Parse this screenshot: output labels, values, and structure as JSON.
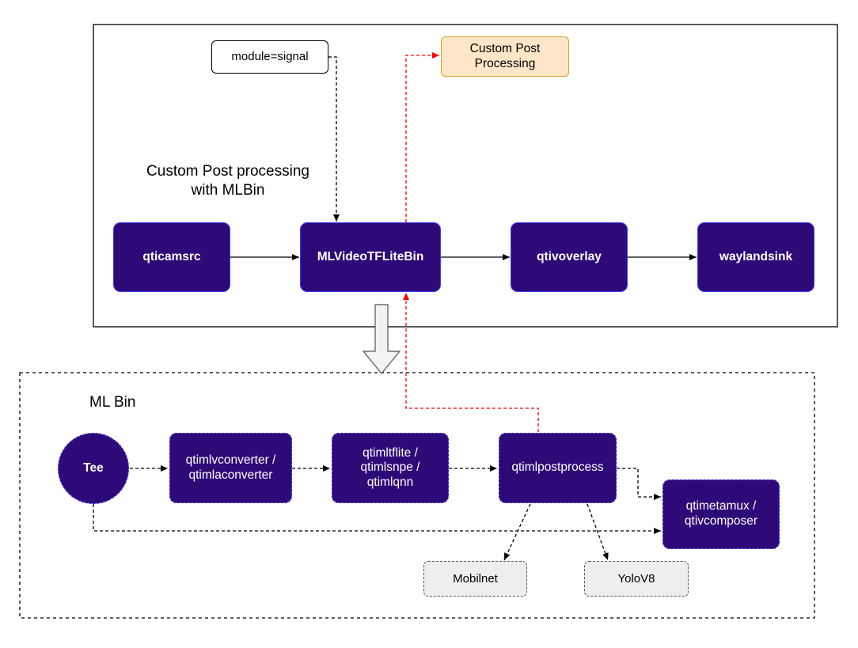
{
  "top_section": {
    "signal_box": "module=signal",
    "custom_post_processing_box": "Custom Post\nProcessing",
    "caption": "Custom Post processing\nwith MLBin",
    "nodes": {
      "qticamsrc": "qticamsrc",
      "mlbin": "MLVideoTFLiteBin",
      "overlay": "qtivoverlay",
      "sink": "waylandsink"
    }
  },
  "ml_bin_section": {
    "title": "ML Bin",
    "nodes": {
      "tee": "Tee",
      "converter": "qtimlvconverter /\nqtimlaconverter",
      "inference": "qtimltflite /\nqtimlsnpe /\nqtimlqnn",
      "postprocess": "qtimlpostprocess",
      "metamux": "qtimetamux /\nqtivcomposer",
      "mobilnet": "Mobilnet",
      "yolo": "YoloV8"
    }
  },
  "colors": {
    "node_fill": "#2e0a78",
    "node_border": "#3a3aff",
    "custom_box_fill": "#ffe6c8",
    "custom_box_border": "#d8a227",
    "red_edge": "#ff0000",
    "model_fill": "#eeeeee"
  }
}
